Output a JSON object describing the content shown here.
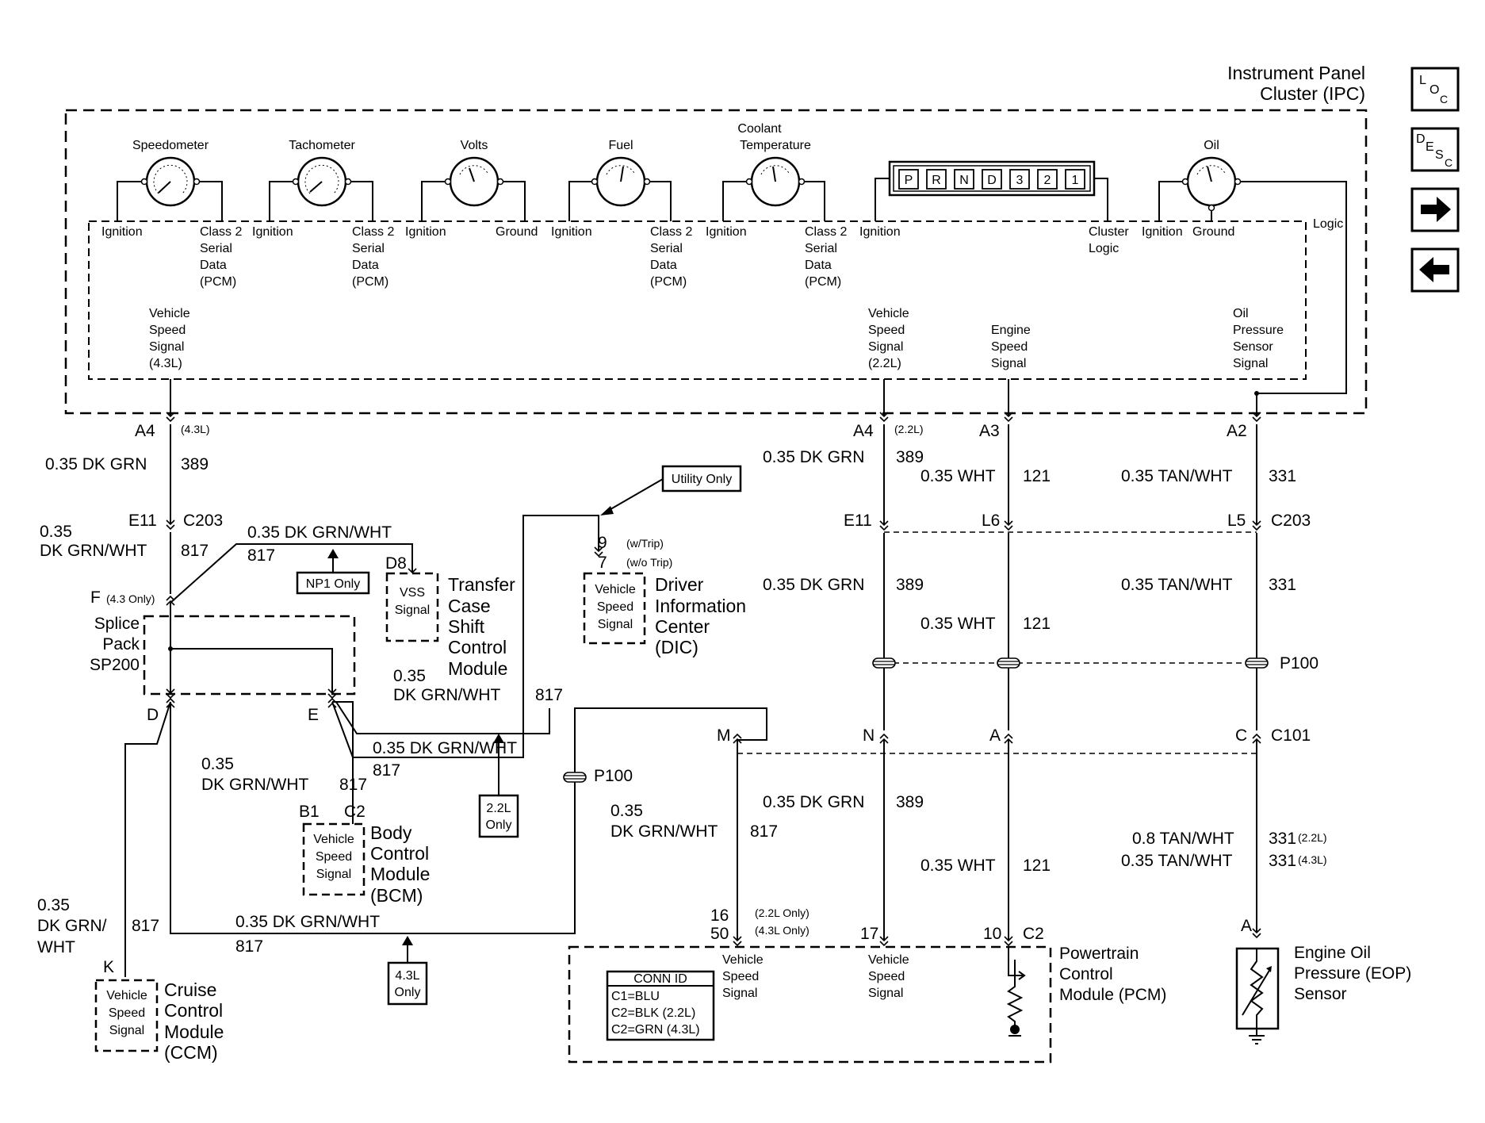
{
  "ipc": {
    "title1": "Instrument Panel",
    "title2": "Cluster (IPC)"
  },
  "gauges": {
    "speedo": {
      "name": "Speedometer",
      "l": "Ignition",
      "r1": "Class 2",
      "r2": "Serial",
      "r3": "Data",
      "r4": "(PCM)"
    },
    "tach": {
      "name": "Tachometer",
      "l": "Ignition",
      "r1": "Class 2",
      "r2": "Serial",
      "r3": "Data",
      "r4": "(PCM)"
    },
    "volts": {
      "name": "Volts",
      "l": "Ignition",
      "r1": "Ground"
    },
    "fuel": {
      "name": "Fuel",
      "l": "Ignition",
      "r1": "Class 2",
      "r2": "Serial",
      "r3": "Data",
      "r4": "(PCM)"
    },
    "coolant": {
      "name1": "Coolant",
      "name2": "Temperature",
      "l": "Ignition",
      "r1": "Class 2",
      "r2": "Serial",
      "r3": "Data",
      "r4": "(PCM)"
    },
    "prnd": {
      "letters": [
        "P",
        "R",
        "N",
        "D",
        "3",
        "2",
        "1"
      ],
      "l": "Ignition",
      "r1": "Cluster",
      "r2": "Logic"
    },
    "oil": {
      "name": "Oil",
      "l": "Ignition",
      "r1": "Ground",
      "logic": "Logic"
    }
  },
  "ipc_signals": {
    "vss43": [
      "Vehicle",
      "Speed",
      "Signal",
      "(4.3L)"
    ],
    "vss22": [
      "Vehicle",
      "Speed",
      "Signal",
      "(2.2L)"
    ],
    "ess": [
      "Engine",
      "Speed",
      "Signal"
    ],
    "ops": [
      "Oil",
      "Pressure",
      "Sensor",
      "Signal"
    ]
  },
  "nav": {
    "loc": [
      "L",
      "O",
      "C"
    ],
    "desc": [
      "D",
      "E",
      "S",
      "C"
    ]
  },
  "wires": {
    "a4_left": "A4",
    "a4_left_note": "(4.3L)",
    "w389_left": "0.35 DK GRN",
    "n389_left": "389",
    "e11_left": "E11",
    "c203_left": "C203",
    "dkgrnwht_a": "0.35",
    "dkgrnwht_b": "DK GRN/WHT",
    "n817_a": "817",
    "top_817_label": "0.35 DK GRN/WHT",
    "top_817_num": "817",
    "np1": "NP1 Only",
    "f_label": "F",
    "f_note": "(4.3 Only)",
    "splice1": "Splice",
    "splice2": "Pack",
    "splice3": "SP200",
    "d8": "D8",
    "vss_tc1": "VSS",
    "vss_tc2": "Signal",
    "tccm": [
      "Transfer",
      "Case",
      "Shift",
      "Control",
      "Module"
    ],
    "utility": "Utility Only",
    "pin9": "9",
    "pin9_note": "(w/Trip)",
    "pin7": "7",
    "pin7_note": "(w/o Trip)",
    "dic_sig": [
      "Vehicle",
      "Speed",
      "Signal"
    ],
    "dic": [
      "Driver",
      "Information",
      "Center",
      "(DIC)"
    ],
    "dic_wire_a": "0.35",
    "dic_wire_b": "DK GRN/WHT",
    "dic_wire_num": "817",
    "d_label": "D",
    "e_label": "E",
    "mid_wire": "0.35 DK GRN/WHT",
    "mid_817": "817",
    "p100_mid": "P100",
    "bcm_wire_a": "0.35",
    "bcm_wire_b": "DK GRN/WHT",
    "bcm_817": "817",
    "b1": "B1",
    "c2_bcm": "C2",
    "bcm_sig": [
      "Vehicle",
      "Speed",
      "Signal"
    ],
    "bcm": [
      "Body",
      "Control",
      "Module",
      "(BCM)"
    ],
    "only22_1": "2.2L",
    "only22_2": "Only",
    "pcm_wire_a": "0.35",
    "pcm_wire_b": "DK GRN/WHT",
    "pcm_817": "817",
    "m_label": "M",
    "ccm_wire_a": "0.35",
    "ccm_wire_b": "DK GRN/",
    "ccm_wire_c": "WHT",
    "ccm_817": "817",
    "bottom_wire": "0.35 DK GRN/WHT",
    "bottom_817": "817",
    "only43_1": "4.3L",
    "only43_2": "Only",
    "k_label": "K",
    "ccm_sig": [
      "Vehicle",
      "Speed",
      "Signal"
    ],
    "ccm": [
      "Cruise",
      "Control",
      "Module",
      "(CCM)"
    ],
    "a4_mid": "A4",
    "a4_mid_note": "(2.2L)",
    "w389_mid": "0.35 DK GRN",
    "n389_mid": "389",
    "a3": "A3",
    "w121_top": "0.35 WHT",
    "n121_top": "121",
    "a2": "A2",
    "w331_top": "0.35 TAN/WHT",
    "n331_top": "331",
    "e11_mid": "E11",
    "l6": "L6",
    "l5": "L5",
    "c203_right": "C203",
    "w389_mid2": "0.35 DK GRN",
    "n389_mid2": "389",
    "w331_mid": "0.35 TAN/WHT",
    "n331_mid": "331",
    "w121_mid": "0.35 WHT",
    "n121_mid": "121",
    "p100_right": "P100",
    "n_label": "N",
    "a_label": "A",
    "c_label": "C",
    "c101": "C101",
    "w389_low": "0.35 DK GRN",
    "n389_low": "389",
    "w121_low": "0.35 WHT",
    "n121_low": "121",
    "w331_a": "0.8 TAN/WHT",
    "n331_a": "331",
    "n331_a_note": "(2.2L)",
    "w331_b": "0.35 TAN/WHT",
    "n331_b": "331",
    "n331_b_note": "(4.3L)",
    "pin16": "16",
    "pin16_note": "(2.2L Only)",
    "pin50": "50",
    "pin50_note": "(4.3L Only)",
    "pin17": "17",
    "pin10": "10",
    "c2_pcm": "C2",
    "pcm_sig1": [
      "Vehicle",
      "Speed",
      "Signal"
    ],
    "pcm_sig2": [
      "Vehicle",
      "Speed",
      "Signal"
    ],
    "pcm": [
      "Powertrain",
      "Control",
      "Module (PCM)"
    ],
    "conn": [
      "CONN ID",
      "C1=BLU",
      "C2=BLK (2.2L)",
      "C2=GRN (4.3L)"
    ],
    "eop_pin": "A",
    "eop": [
      "Engine Oil",
      "Pressure (EOP)",
      "Sensor"
    ]
  }
}
